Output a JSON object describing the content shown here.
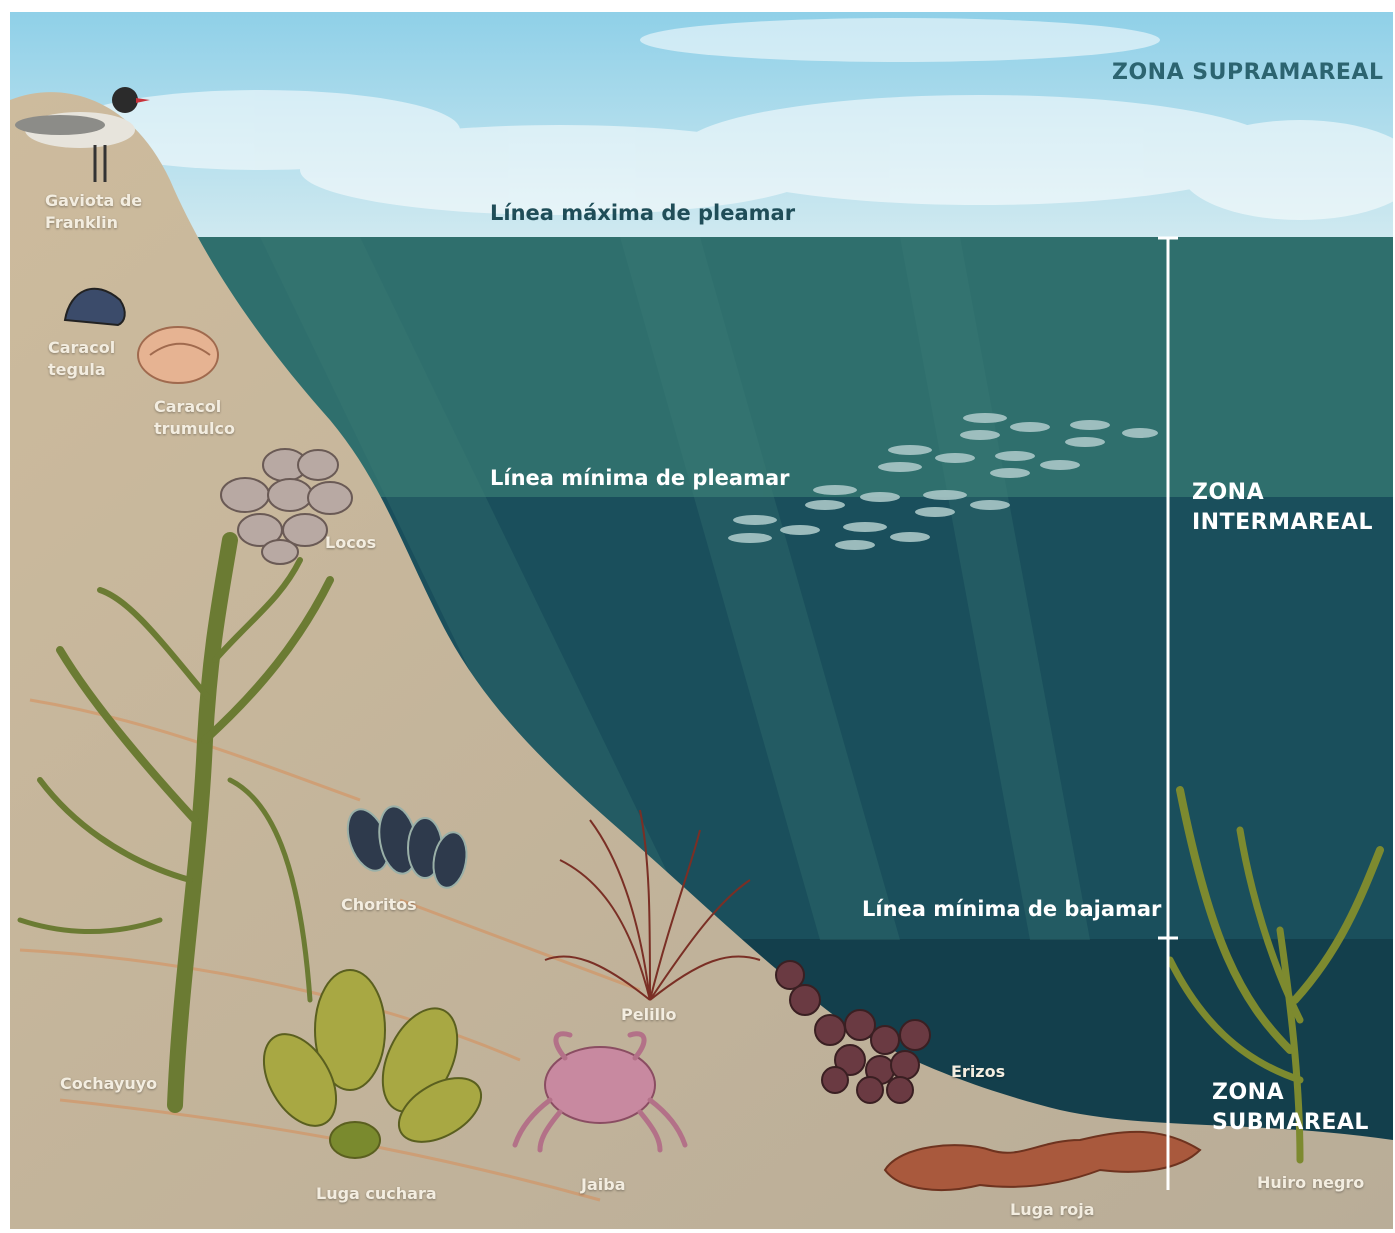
{
  "zones": {
    "supramareal": "ZONA SUPRAMAREAL",
    "intermareal_1": "ZONA",
    "intermareal_2": "INTERMAREAL",
    "submareal_1": "ZONA",
    "submareal_2": "SUBMAREAL"
  },
  "lines": {
    "maxima_pleamar": "Línea máxima de pleamar",
    "minima_pleamar": "Línea mínima de pleamar",
    "minima_bajamar": "Línea mínima de bajamar"
  },
  "species": {
    "gaviota_1": "Gaviota de",
    "gaviota_2": "Franklin",
    "caracol_tegula_1": "Caracol",
    "caracol_tegula_2": "tegula",
    "caracol_trumulco_1": "Caracol",
    "caracol_trumulco_2": "trumulco",
    "locos": "Locos",
    "choritos": "Choritos",
    "cochayuyo": "Cochayuyo",
    "pelillo": "Pelillo",
    "erizos": "Erizos",
    "luga_cuchara": "Luga cuchara",
    "jaiba": "Jaiba",
    "luga_roja": "Luga roja",
    "huiro_negro": "Huiro negro"
  },
  "colors": {
    "sky": "#8fcde6",
    "water_upper": "#2b6b6a",
    "water_mid": "#1a4f5c",
    "water_deep": "#123f4c",
    "rock": "#c7b79a",
    "seaweed": "#7a8a3a",
    "zone_text_dark": "#2c6470"
  }
}
